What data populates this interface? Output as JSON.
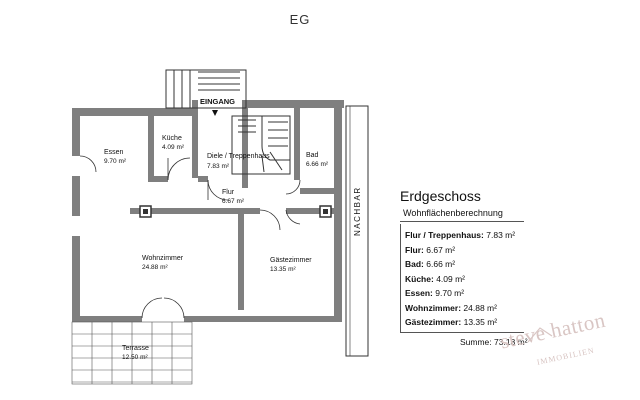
{
  "floor_label": "EG",
  "rooms": [
    {
      "name": "Essen",
      "area": "9.70 m²"
    },
    {
      "name": "Küche",
      "area": "4.09 m²"
    },
    {
      "name": "Diele / Treppenhaus",
      "area": "7.83 m²"
    },
    {
      "name": "Bad",
      "area": "6.66 m²"
    },
    {
      "name": "Flur",
      "area": "6.67 m²"
    },
    {
      "name": "Wohnzimmer",
      "area": "24.88 m²"
    },
    {
      "name": "Gästezimmer",
      "area": "13.35 m²"
    },
    {
      "name": "Terrasse",
      "area": "12.50 m²"
    }
  ],
  "entrance_label": "EINGANG",
  "neighbor_label": "NACHBAR",
  "legend": {
    "title": "Erdgeschoss",
    "subtitle": "Wohnflächenberechnung",
    "rows": [
      {
        "label": "Flur / Treppenhaus:",
        "value": "7.83 m²"
      },
      {
        "label": "Flur:",
        "value": "6.67 m²"
      },
      {
        "label": "Bad:",
        "value": "6.66 m²"
      },
      {
        "label": "Küche:",
        "value": "4.09 m²"
      },
      {
        "label": "Essen:",
        "value": "9.70 m²"
      },
      {
        "label": "Wohnzimmer:",
        "value": "24.88 m²"
      },
      {
        "label": "Gästezimmer:",
        "value": "13.35 m²"
      }
    ],
    "total": "Summe: 73.18 m²"
  },
  "brand": {
    "name": "steve hatton",
    "sub": "IMMOBILIEN",
    "color": "#d9c6c4"
  },
  "colors": {
    "wall": "#7f7f7f",
    "line": "#333333"
  }
}
